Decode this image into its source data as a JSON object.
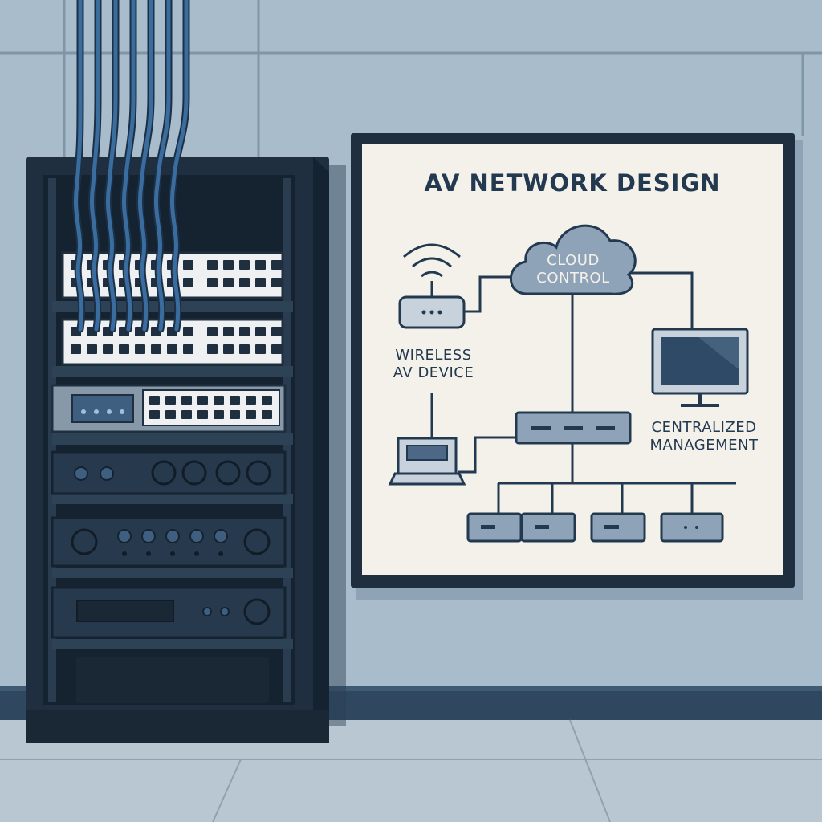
{
  "poster": {
    "title": "AV NETWORK DESIGN"
  },
  "diagram": {
    "cloud": {
      "line1": "CLOUD",
      "line2": "CONTROL"
    },
    "wireless": {
      "line1": "WIRELESS",
      "line2": "AV DEVICE"
    },
    "management": {
      "line1": "CENTRALIZED",
      "line2": "MANAGEMENT"
    },
    "endpoint_count": 4
  },
  "rack": {
    "cable_count": 7
  },
  "colors": {
    "wall": "#a9bccb",
    "floor": "#b9c7d2",
    "rack": "#1f2f40",
    "cable": "#3a6d9e",
    "ink": "#22394f",
    "poster_paper": "#f4f1ea"
  }
}
